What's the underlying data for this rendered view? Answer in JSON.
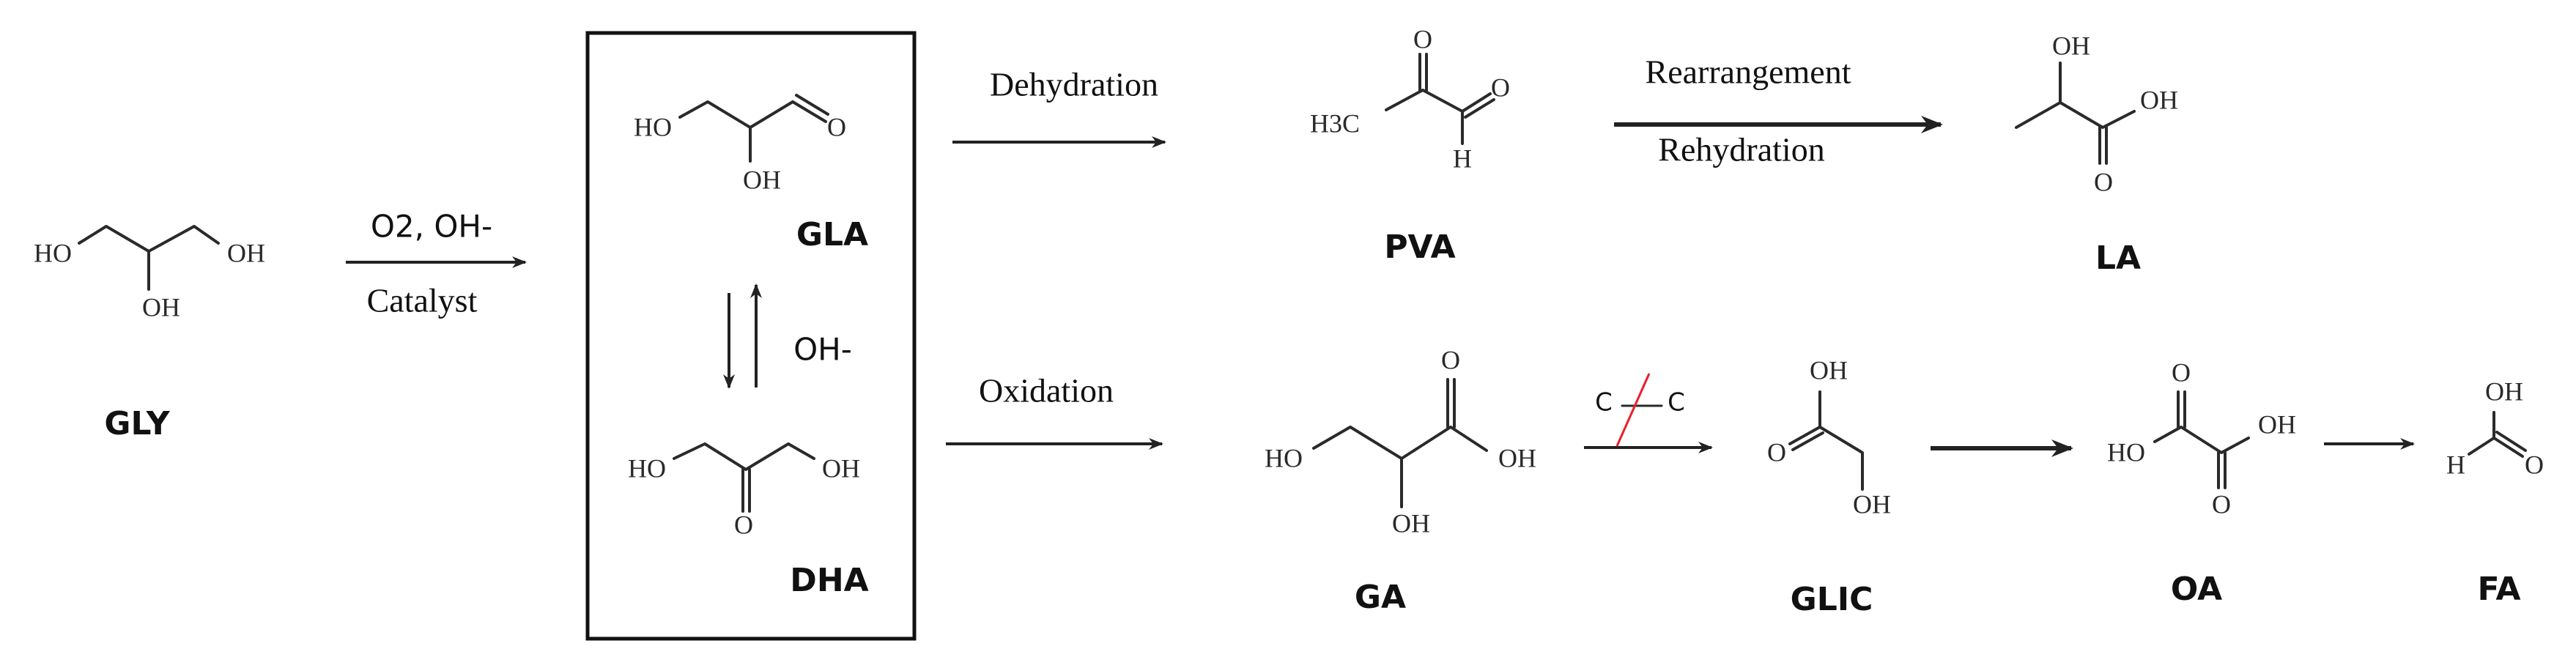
{
  "compounds": {
    "GLY": {
      "label": "GLY",
      "atoms": [
        "HO",
        "OH",
        "OH"
      ]
    },
    "GLA": {
      "label": "GLA",
      "atoms": [
        "HO",
        "O",
        "OH"
      ]
    },
    "DHA": {
      "label": "DHA",
      "atoms": [
        "HO",
        "OH",
        "O"
      ]
    },
    "PVA": {
      "label": "PVA",
      "atoms": [
        "H3C",
        "O",
        "O",
        "H"
      ]
    },
    "LA": {
      "label": "LA",
      "atoms": [
        "OH",
        "OH",
        "O"
      ]
    },
    "GA": {
      "label": "GA",
      "atoms": [
        "HO",
        "O",
        "OH",
        "OH"
      ]
    },
    "GLIC": {
      "label": "GLIC",
      "atoms": [
        "OH",
        "O",
        "OH"
      ]
    },
    "OA": {
      "label": "OA",
      "atoms": [
        "HO",
        "O",
        "OH",
        "O"
      ]
    },
    "FA": {
      "label": "FA",
      "atoms": [
        "OH",
        "H",
        "O"
      ]
    }
  },
  "conditions": {
    "step1_top": "O2, OH-",
    "step1_bottom": "Catalyst",
    "equilibrium": "OH-",
    "dehydration": "Dehydration",
    "rearrangement": "Rearrangement",
    "rehydration": "Rehydration",
    "oxidation": "Oxidation",
    "cc_cleavage_left": "C",
    "cc_cleavage_right": "C"
  },
  "colors": {
    "cleavage_mark": "#e8202a",
    "ink": "#222222"
  }
}
